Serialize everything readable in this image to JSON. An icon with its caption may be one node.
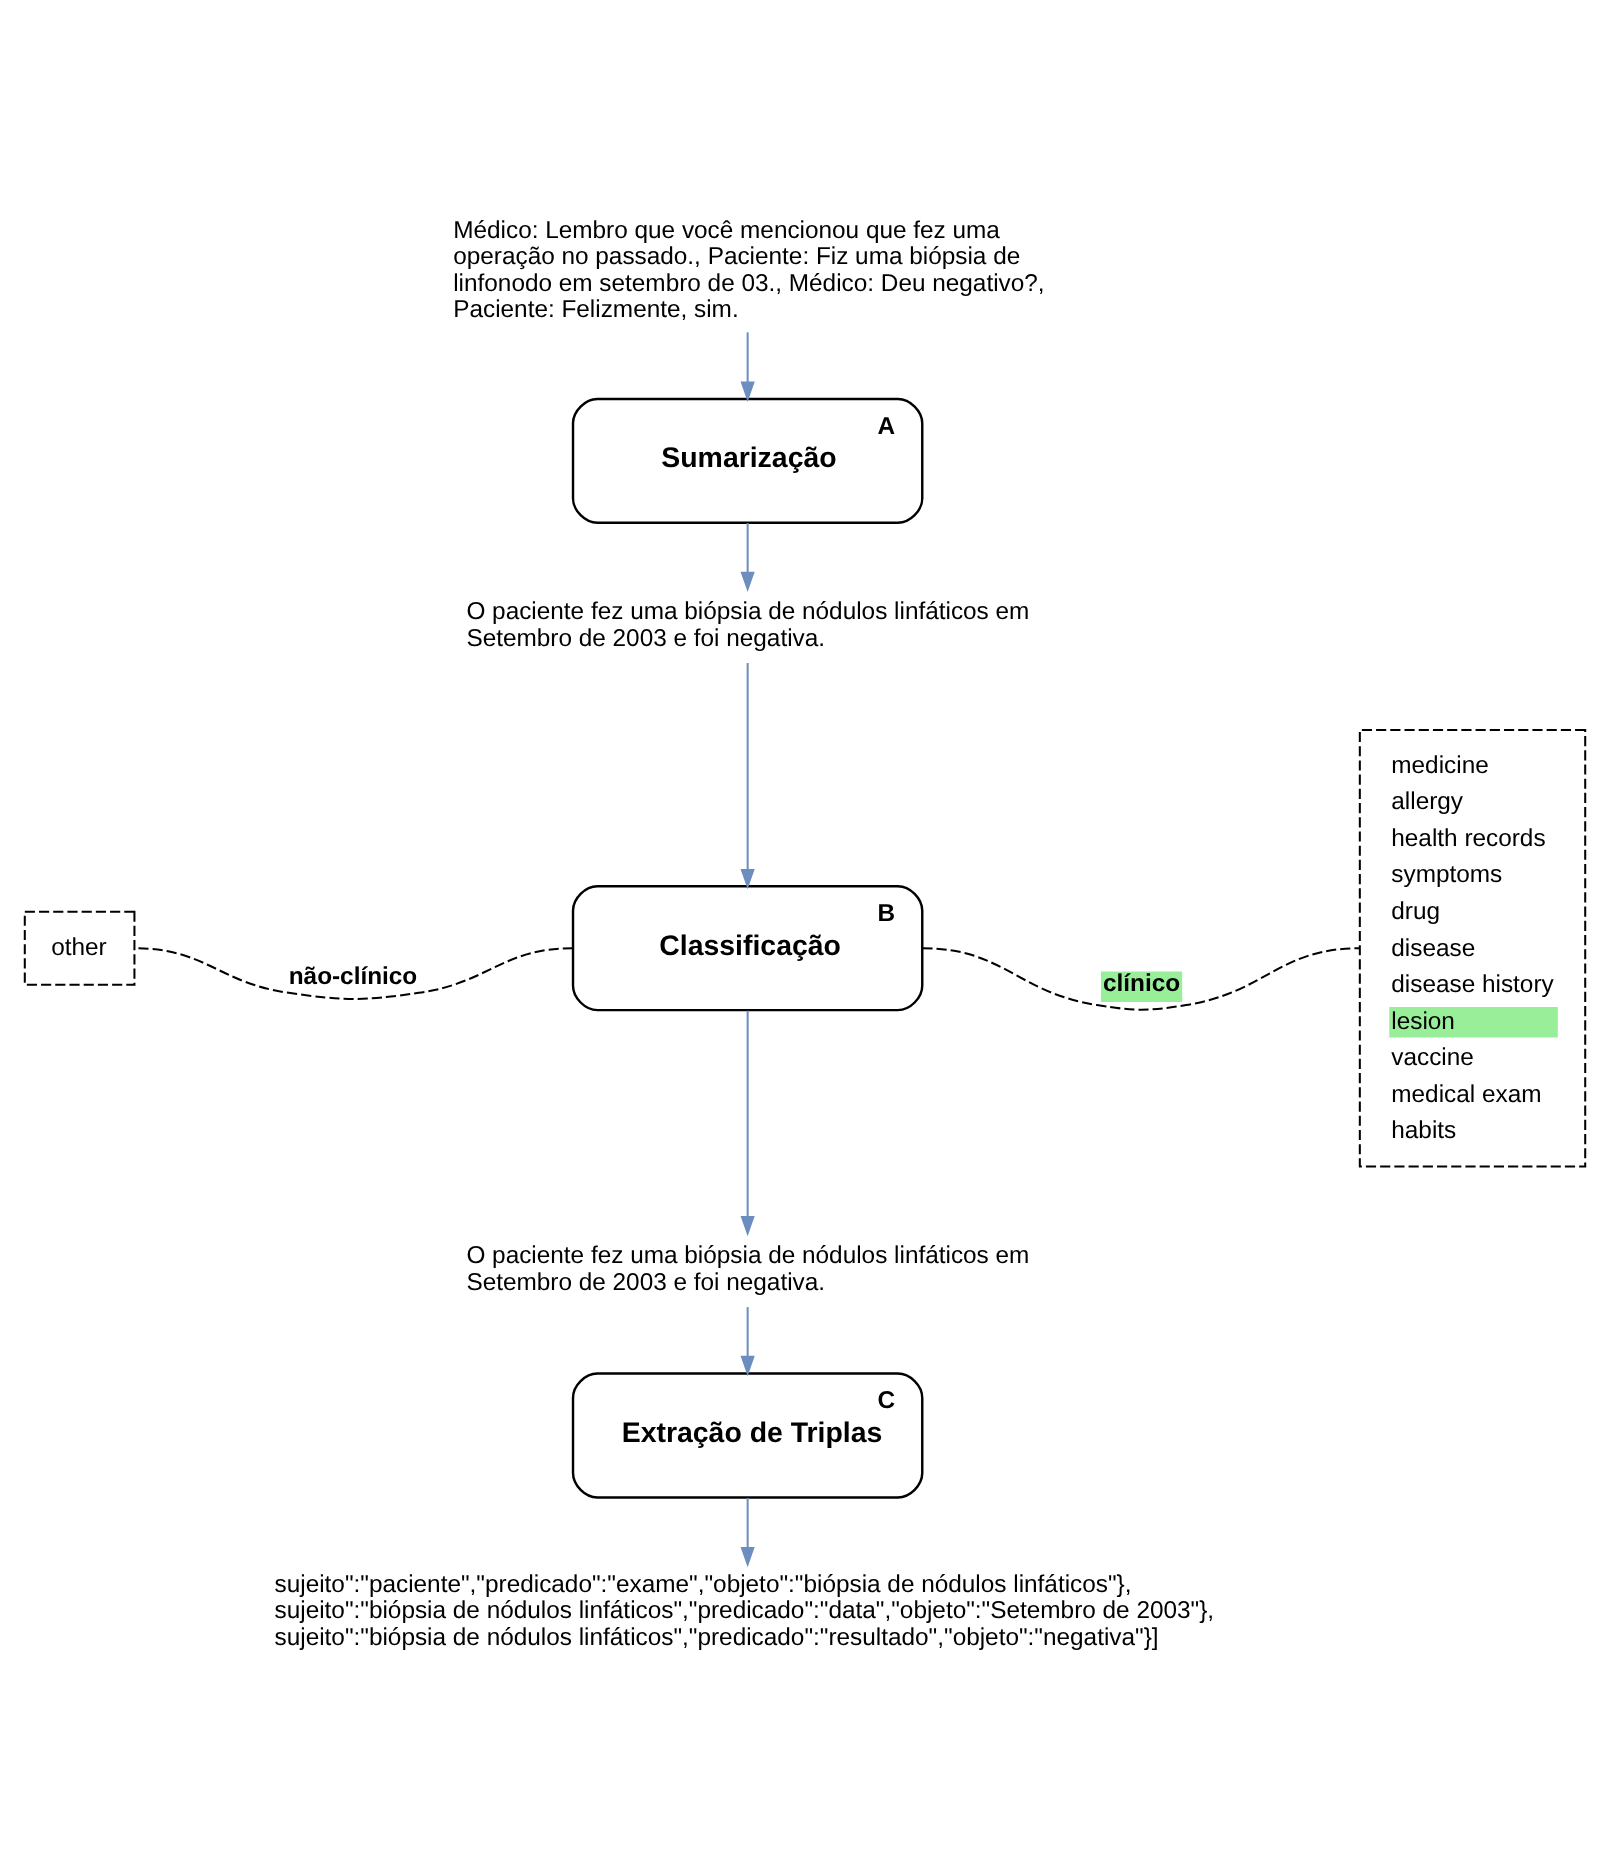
{
  "diagram": {
    "nodes": [
      {
        "text": [
          "Médico: Lembro que você mencionou que fez uma operação no passado., Paciente: Fiz uma biópsia de linfonodo em setembro de 03., Médico: Deu negativo?, Paciente: Felizmente, sim."
        ]
      },
      {
        "text": [
          "A",
          "Sumarização"
        ]
      },
      {
        "text": [
          "O paciente fez uma biópsia de nódulos linfáticos em Setembro de 2003 e foi negativa."
        ]
      },
      {
        "text": [
          "B",
          "Classificação"
        ]
      },
      {
        "text": [
          "O paciente fez uma biópsia de nódulos linfáticos em Setembro de 2003 e foi negativa."
        ]
      },
      {
        "text": [
          "C",
          "Extração de Triplas"
        ]
      },
      {
        "text": [
          "sujeito\":\"paciente\",\"predicado\":\"exame\",\"objeto\":\"biópsia de nódulos linfáticos\"}, sujeito\":\"biópsia de nódulos linfáticos\",\"predicado\":\"data\",\"objeto\":\"Setembro de 2003\"}, sujeito\":\"biópsia de nódulos linfáticos\",\"predicado\":\"resultado\",\"objeto\":\"negativa\"}]"
        ]
      },
      {
        "text": [
          "other"
        ]
      },
      {
        "text": [
          "medicine",
          "allergy",
          "health records",
          "symptoms",
          "drug",
          "disease",
          "disease history",
          "lesion",
          "vaccine",
          "medical exam",
          "habits"
        ]
      }
    ],
    "edges": [
      {
        "from": 0,
        "to": 1,
        "arrow": "to"
      },
      {
        "from": 1,
        "to": 2,
        "arrow": "to"
      },
      {
        "from": 2,
        "to": 3,
        "arrow": "to"
      },
      {
        "from": 3,
        "to": 7,
        "arrow": "none",
        "label": "não-clínico",
        "style": "dashed",
        "color": "#000000"
      },
      {
        "from": 3,
        "to": 8,
        "arrow": "none",
        "label": "clínico",
        "style": "dashed",
        "color": "#000000"
      },
      {
        "from": 3,
        "to": 4,
        "arrow": "to"
      },
      {
        "from": 4,
        "to": 5,
        "arrow": "to"
      },
      {
        "from": 5,
        "to": 6,
        "arrow": "to"
      }
    ]
  }
}
